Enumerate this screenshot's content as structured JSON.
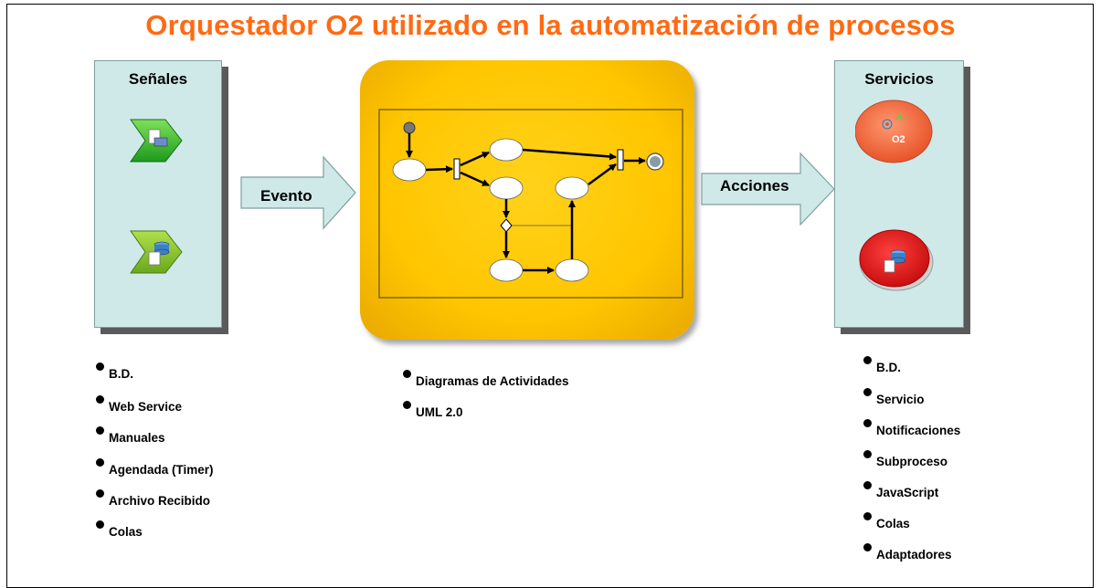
{
  "title": "Orquestador O2 utilizado en la automatización de procesos",
  "left_panel": {
    "title": "Señales",
    "icons": [
      "green-chevron-document-icon",
      "green-chevron-database-icon"
    ]
  },
  "center": {
    "diagram": "activity-diagram"
  },
  "right_panel": {
    "title": "Servicios",
    "icons": [
      "orange-o2-gear-icon",
      "red-database-icon"
    ],
    "o2_label": "O2"
  },
  "arrows": {
    "left_label": "Evento",
    "right_label": "Acciones"
  },
  "left_list": [
    "B.D.",
    "Web Service",
    "Manuales",
    "Agendada (Timer)",
    "Archivo Recibido",
    "Colas"
  ],
  "center_list": [
    "Diagramas de Actividades",
    "UML 2.0"
  ],
  "right_list": [
    "B.D.",
    "Servicio",
    "Notificaciones",
    "Subproceso",
    "JavaScript",
    "Colas",
    "Adaptadores"
  ],
  "colors": {
    "title": "#ff6a13",
    "panel": "#cfe9e9",
    "arrow": "#cfe9e9",
    "yellow_box": "#ffc600"
  }
}
